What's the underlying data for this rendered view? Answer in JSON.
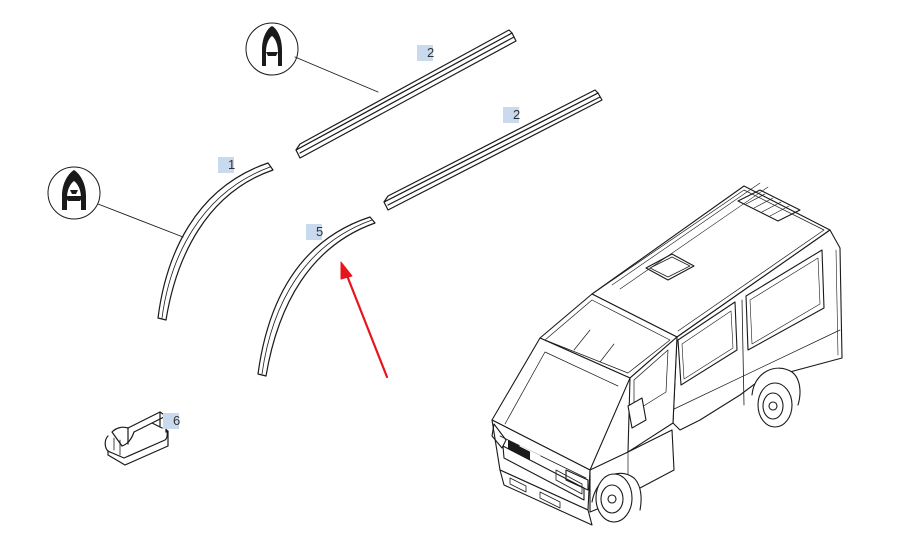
{
  "callouts": [
    {
      "id": "1",
      "label": "1"
    },
    {
      "id": "2a",
      "label": "2"
    },
    {
      "id": "2b",
      "label": "2"
    },
    {
      "id": "5",
      "label": "5"
    },
    {
      "id": "6",
      "label": "6"
    }
  ],
  "colors": {
    "line": "#1a1a1a",
    "callout_bg": "#c9d9ee",
    "arrow": "#e8141c"
  },
  "icons": [
    "seal-profile-icon",
    "seal-profile-icon",
    "van-icon",
    "clip-icon",
    "red-arrow-icon"
  ]
}
